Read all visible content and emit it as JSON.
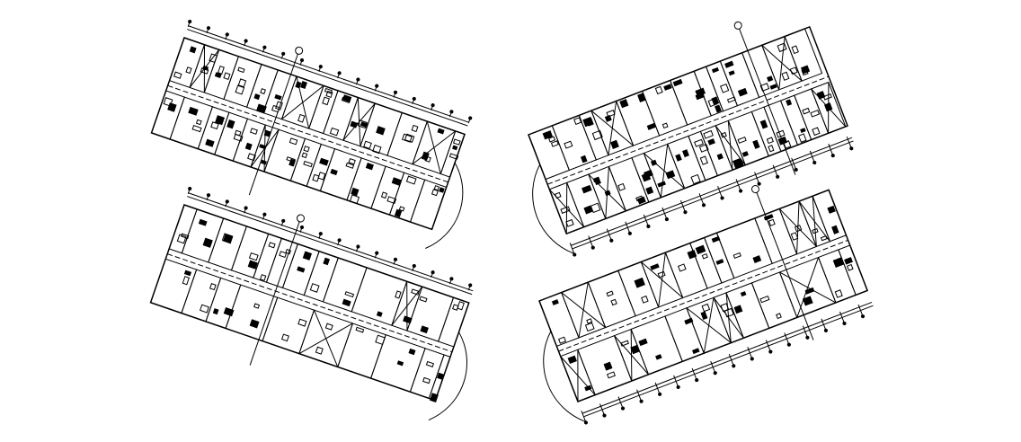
{
  "drawing": {
    "background_color": "#ffffff",
    "line_color": "#000000",
    "plans": [
      {
        "id": "plan-top-left",
        "orientation": "descending"
      },
      {
        "id": "plan-bottom-left",
        "orientation": "descending"
      },
      {
        "id": "plan-top-right",
        "orientation": "ascending"
      },
      {
        "id": "plan-bottom-right",
        "orientation": "ascending"
      }
    ]
  }
}
